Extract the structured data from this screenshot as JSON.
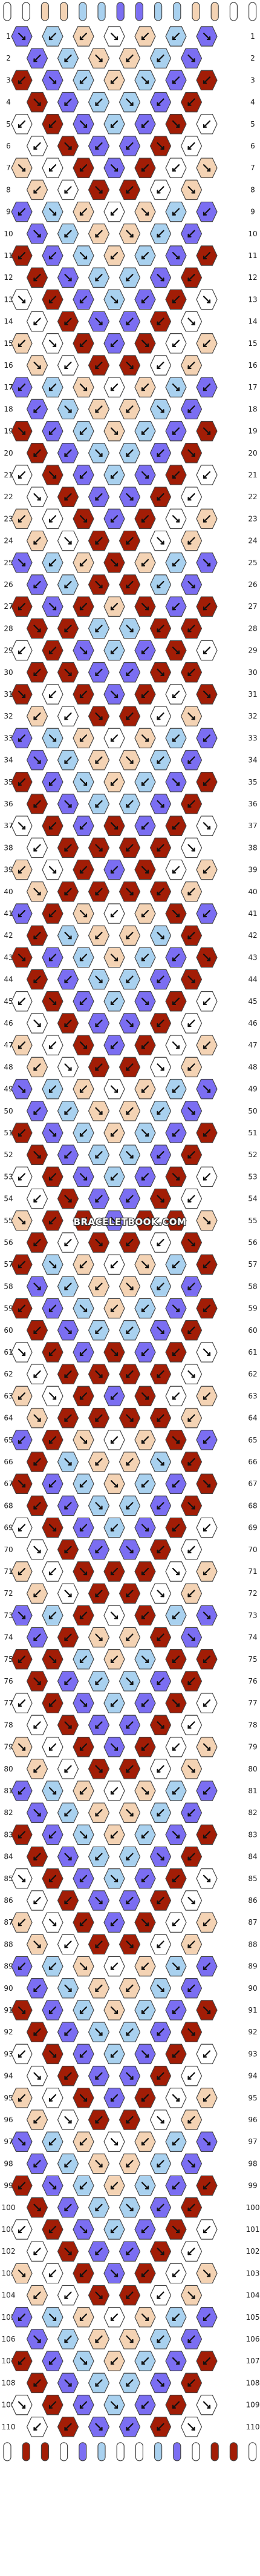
{
  "diagram": {
    "type": "friendship-bracelet-knot-pattern",
    "watermark": "BRACELETBOOK.COM",
    "rows": 110,
    "knots_per_row": [
      7,
      6
    ],
    "strands": 14,
    "colors": {
      "A": "#ffffff",
      "B": "#f4d3b4",
      "C": "#a9d1ef",
      "D": "#7b6ef2",
      "E": "#a21d06"
    },
    "top_strands": [
      "A",
      "A",
      "B",
      "B",
      "C",
      "C",
      "D",
      "D",
      "C",
      "C",
      "B",
      "B",
      "A",
      "A"
    ],
    "bottom_strands": [
      "A",
      "E",
      "E",
      "A",
      "D",
      "C",
      "A",
      "A",
      "C",
      "D",
      "A",
      "E",
      "E",
      "A"
    ]
  }
}
